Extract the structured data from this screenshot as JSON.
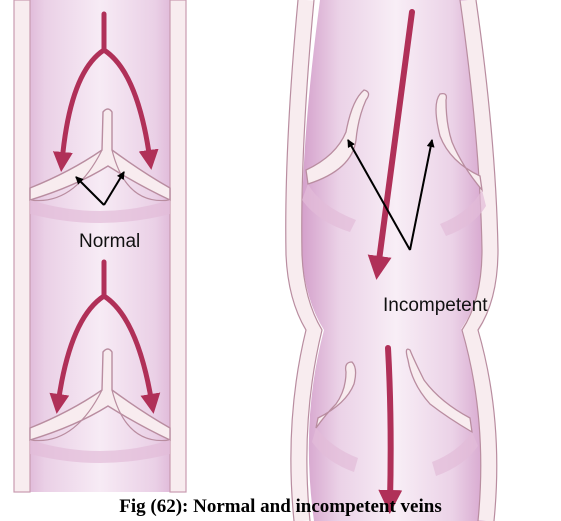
{
  "labels": {
    "normal": "Normal",
    "incompetent": "Incompetent"
  },
  "caption": "Fig (62): Normal and incompetent veins",
  "colors": {
    "vein_fill": "#f1dcef",
    "vein_edge": "#dcb3d3",
    "vein_wall": "#f8ecef",
    "wall_outline": "#b98da0",
    "arrow": "#b03058",
    "pointer": "#000000"
  }
}
